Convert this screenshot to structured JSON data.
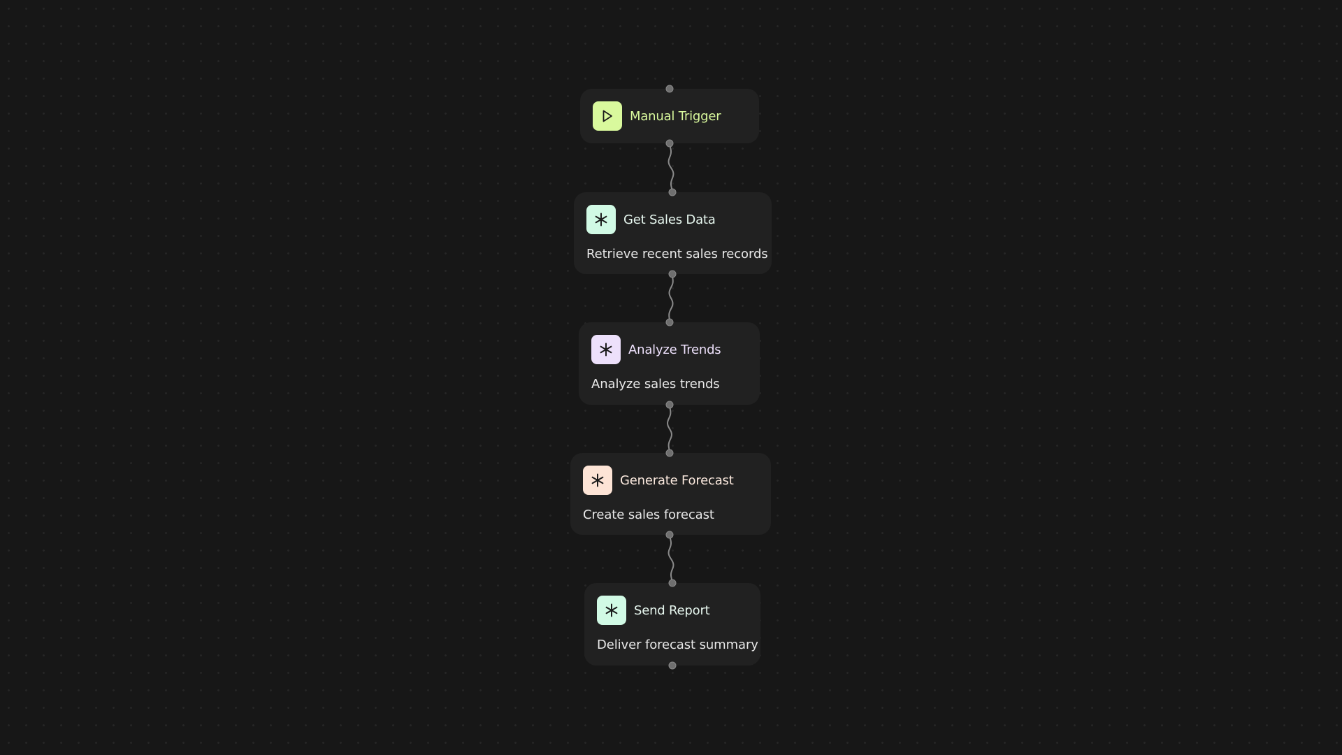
{
  "nodes": [
    {
      "id": "manual-trigger",
      "title": "Manual Trigger",
      "icon": "play-icon",
      "icon_bg": "#d9f99d",
      "title_color": "#d9f99d",
      "kind": "trigger"
    },
    {
      "id": "get-sales-data",
      "title": "Get Sales Data",
      "description": "Retrieve recent sales records",
      "icon": "asterisk-icon",
      "icon_bg": "#d1fae5",
      "title_color": "#e7f7ef",
      "kind": "step"
    },
    {
      "id": "analyze-trends",
      "title": "Analyze Trends",
      "description": "Analyze sales trends",
      "icon": "asterisk-icon",
      "icon_bg": "#ede0fb",
      "title_color": "#ede0fb",
      "kind": "step"
    },
    {
      "id": "generate-forecast",
      "title": "Generate Forecast",
      "description": "Create sales forecast",
      "icon": "asterisk-icon",
      "icon_bg": "#fde4d6",
      "title_color": "#fbe9de",
      "kind": "step"
    },
    {
      "id": "send-report",
      "title": "Send Report",
      "description": "Deliver forecast summary",
      "icon": "asterisk-icon",
      "icon_bg": "#d1fae5",
      "title_color": "#e7f7ef",
      "kind": "step"
    }
  ],
  "edges": [
    {
      "from": "manual-trigger",
      "to": "get-sales-data"
    },
    {
      "from": "get-sales-data",
      "to": "analyze-trends"
    },
    {
      "from": "analyze-trends",
      "to": "generate-forecast"
    },
    {
      "from": "generate-forecast",
      "to": "send-report"
    }
  ],
  "colors": {
    "background": "#171717",
    "node_bg": "#212121",
    "edge": "#8a8a8a",
    "port": "#6f6f6f",
    "icon_glyph": "#1b1b1b"
  }
}
